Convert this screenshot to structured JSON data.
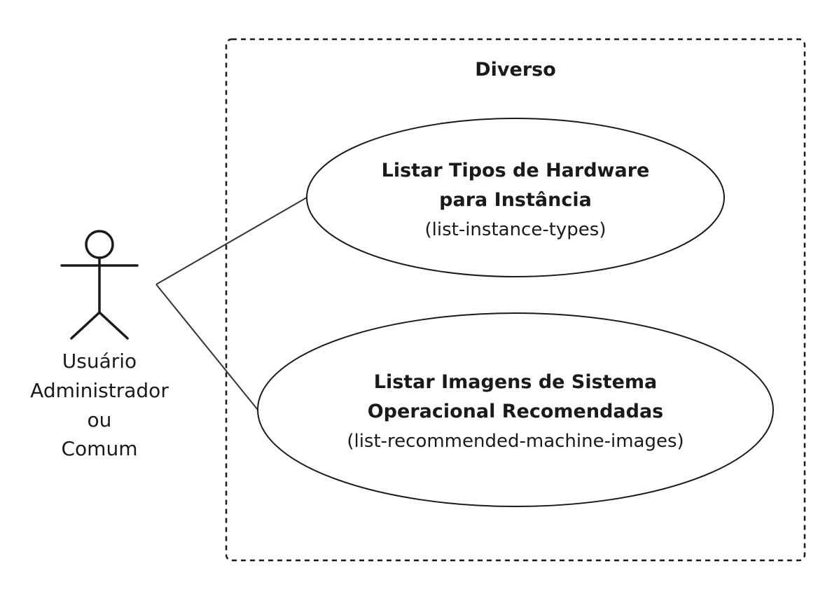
{
  "boundary": {
    "title": "Diverso"
  },
  "actor": {
    "label_lines": [
      "Usuário",
      "Administrador",
      "ou",
      "Comum"
    ]
  },
  "use_cases": [
    {
      "title_line1": "Listar Tipos de Hardware",
      "title_line2": "para Instância",
      "command": "(list-instance-types)"
    },
    {
      "title_line1": "Listar Imagens de Sistema",
      "title_line2": "Operacional Recomendadas",
      "command": "(list-recommended-machine-images)"
    }
  ]
}
